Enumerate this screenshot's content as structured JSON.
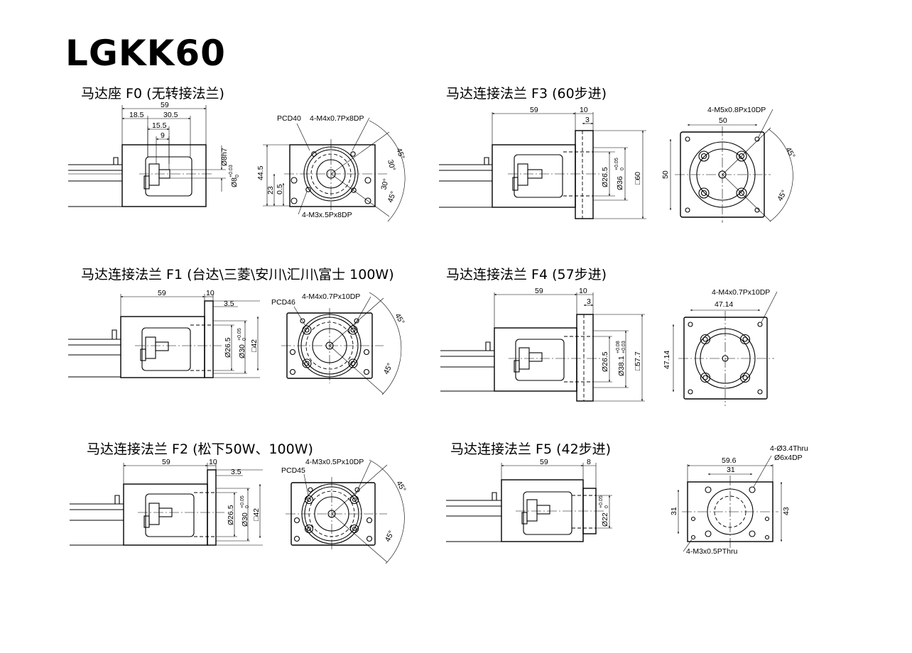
{
  "page": {
    "title": "LGKK60"
  },
  "sections": {
    "f0": {
      "title": "马达座 F0 (无转接法兰)",
      "dims": {
        "len59": "59",
        "d18_5": "18.5",
        "d30_5": "30.5",
        "d15_5": "15.5",
        "d9": "9",
        "h44_5": "44.5",
        "h23": "23",
        "h0_5": "0.5",
        "d8h7": "Ø8h7",
        "d8_main": "Ø8",
        "d8_tol_up": "+0.03",
        "d8_tol_dn": "0"
      },
      "callouts": {
        "pcd": "PCD40",
        "holes_top": "4-M4x0.7Px8DP",
        "holes_bottom": "4-M3x.5Px8DP"
      },
      "angles": {
        "a1": "45°",
        "a2": "30°",
        "a3": "30°",
        "a4": "45°"
      }
    },
    "f1": {
      "title": "马达连接法兰 F1 (台达\\三菱\\安川\\汇川\\富士 100W)",
      "dims": {
        "len59": "59",
        "d10": "10",
        "d3_5": "3.5",
        "d26_5": "Ø26.5",
        "d30_main": "Ø30",
        "d30_tol_up": "+0.05",
        "d30_tol_dn": "0",
        "sq": "□42"
      },
      "callouts": {
        "pcd": "PCD46",
        "holes": "4-M4x0.7Px10DP"
      },
      "angles": {
        "a1": "45°",
        "a2": "45°"
      }
    },
    "f2": {
      "title": "马达连接法兰 F2 (松下50W、100W)",
      "dims": {
        "len59": "59",
        "d10": "10",
        "d3_5": "3.5",
        "d26_5": "Ø26.5",
        "d30_main": "Ø30",
        "d30_tol_up": "+0.05",
        "d30_tol_dn": "0",
        "sq": "□42"
      },
      "callouts": {
        "pcd": "PCD45",
        "holes": "4-M3x0.5Px10DP"
      },
      "angles": {
        "a1": "45°",
        "a2": "45°"
      }
    },
    "f3": {
      "title": "马达连接法兰 F3 (60步进)",
      "dims": {
        "len59": "59",
        "d10": "10",
        "d3": "3",
        "d26_5": "Ø26.5",
        "d36_main": "Ø36",
        "d36_tol_up": "+0.05",
        "d36_tol_dn": "0",
        "sq": "□60",
        "w50": "50",
        "h50": "50"
      },
      "callouts": {
        "holes": "4-M5x0.8Px10DP"
      },
      "angles": {
        "a1": "45°",
        "a2": "45°"
      }
    },
    "f4": {
      "title": "马达连接法兰 F4 (57步进)",
      "dims": {
        "len59": "59",
        "d10": "10",
        "d3": "3",
        "d26_5": "Ø26.5",
        "d38_main": "Ø38.1",
        "d38_tol_up": "+0.08",
        "d38_tol_dn": "+0.03",
        "sq": "□57.7",
        "w47": "47.14",
        "h47": "47.14"
      },
      "callouts": {
        "holes": "4-M4x0.7Px10DP"
      }
    },
    "f5": {
      "title": "马达连接法兰 F5 (42步进)",
      "dims": {
        "len59": "59",
        "d8": "8",
        "d22_main": "Ø22",
        "d22_tol_up": "+0.05",
        "d22_tol_dn": "0",
        "w59_6": "59.6",
        "w31": "31",
        "h31": "31",
        "h43": "43"
      },
      "callouts": {
        "holes_a": "4-Ø3.4Thru",
        "holes_b": "Ø6x4DP",
        "holes_c": "4-M3x0.5PThru"
      }
    }
  }
}
